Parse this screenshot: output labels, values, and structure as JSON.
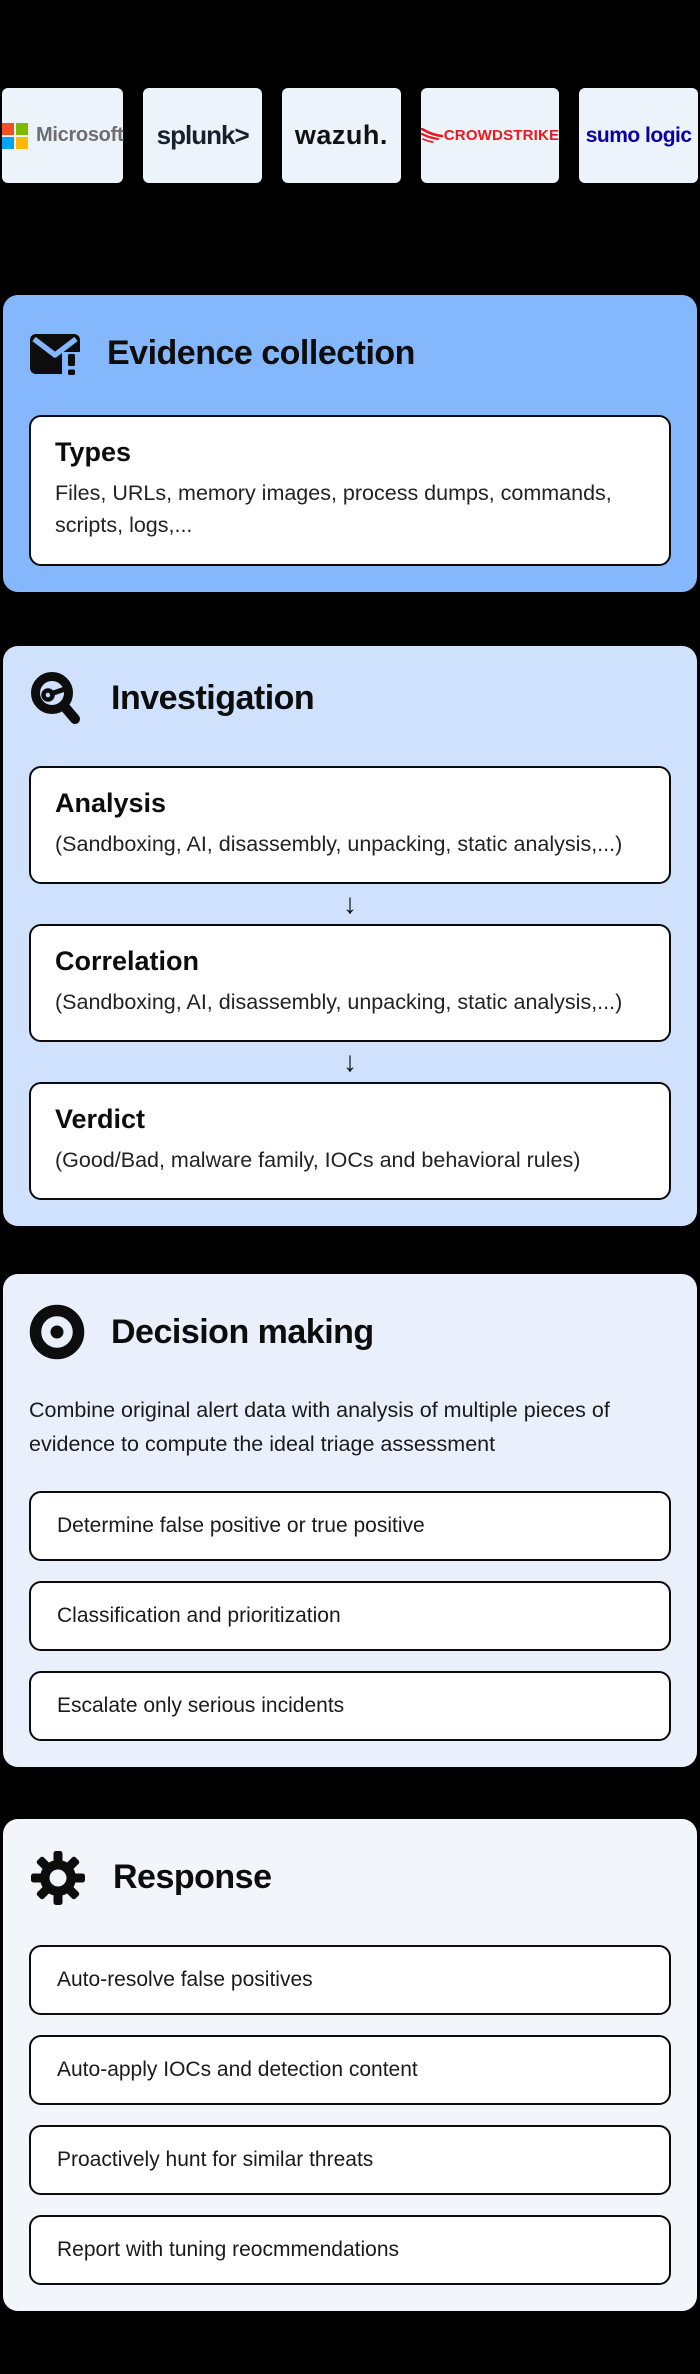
{
  "logos": {
    "microsoft": {
      "label": "Microsoft"
    },
    "splunk": {
      "label": "splunk>"
    },
    "wazuh": {
      "label": "wazuh."
    },
    "crowdstrike": {
      "label": "CROWDSTRIKE"
    },
    "sumologic": {
      "label": "sumo logic"
    }
  },
  "glyphs": {
    "arrow_down": "↓"
  },
  "colors": {
    "page_background": "#000000",
    "logo_card_background": "#edf3fb",
    "evidence_panel": "#84b7fc",
    "investigation_panel": "#cfe1fc",
    "decision_panel": "#e9f0fb",
    "response_panel": "#f2f6fb",
    "card_background": "#ffffff",
    "card_border": "#0b0b0b",
    "microsoft_red": "#f25022",
    "microsoft_green": "#7fba00",
    "microsoft_blue": "#00a4ef",
    "microsoft_yellow": "#ffb900",
    "microsoft_text": "#6e6e6e",
    "splunk_text": "#17202c",
    "wazuh_text": "#121212",
    "crowdstrike_red": "#e8191d",
    "sumologic_blue": "#0b00a2"
  },
  "sections": {
    "evidence": {
      "title": "Evidence collection",
      "card": {
        "title": "Types",
        "body": "Files, URLs, memory images, process dumps, commands, scripts, logs,..."
      }
    },
    "investigation": {
      "title": "Investigation",
      "steps": [
        {
          "title": "Analysis",
          "body": "(Sandboxing, AI, disassembly, unpacking, static analysis,...)"
        },
        {
          "title": "Correlation",
          "body": "(Sandboxing, AI, disassembly, unpacking, static analysis,...)"
        },
        {
          "title": "Verdict",
          "body": "(Good/Bad, malware family, IOCs and behavioral rules)"
        }
      ]
    },
    "decision": {
      "title": "Decision making",
      "intro": "Combine original alert data with analysis of multiple pieces of evidence to compute the ideal triage assessment",
      "items": [
        "Determine false positive or true positive",
        "Classification and prioritization",
        "Escalate only serious incidents"
      ]
    },
    "response": {
      "title": "Response",
      "items": [
        "Auto-resolve false positives",
        "Auto-apply IOCs and detection content",
        "Proactively hunt for similar threats",
        "Report with tuning reocmmendations"
      ]
    }
  }
}
